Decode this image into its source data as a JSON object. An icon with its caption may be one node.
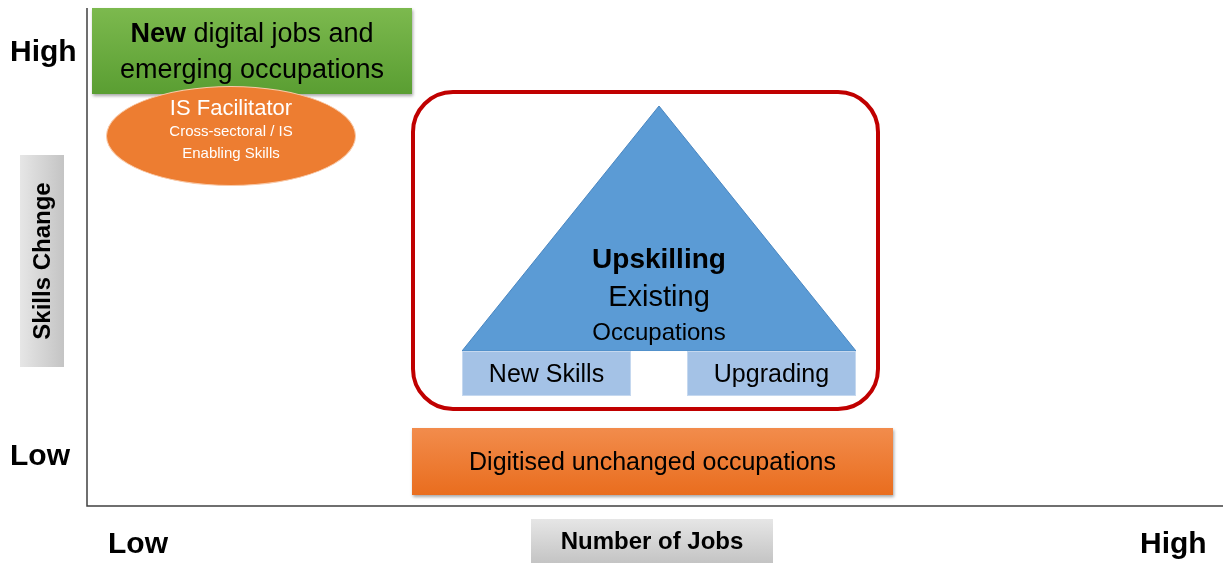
{
  "diagram": {
    "nodes": [
      {
        "text": [
          "**New** digital jobs and emerging occupations"
        ]
      },
      {
        "text": [
          "IS Facilitator",
          "Cross-sectoral / IS Enabling Skills"
        ]
      },
      {
        "text": [],
        "shape": "box"
      },
      {
        "text": [
          "Upskilling",
          "Existing",
          "Occupations"
        ],
        "in": 2
      },
      {
        "text": [
          "New Skills"
        ],
        "in": 2
      },
      {
        "text": [
          "Upgrading"
        ],
        "in": 2
      },
      {
        "text": [
          "Digitised unchanged occupations"
        ]
      }
    ],
    "edges": [],
    "labels": [
      "High",
      "Skills Change",
      "Low",
      "Low",
      "Number of Jobs",
      "High"
    ]
  }
}
